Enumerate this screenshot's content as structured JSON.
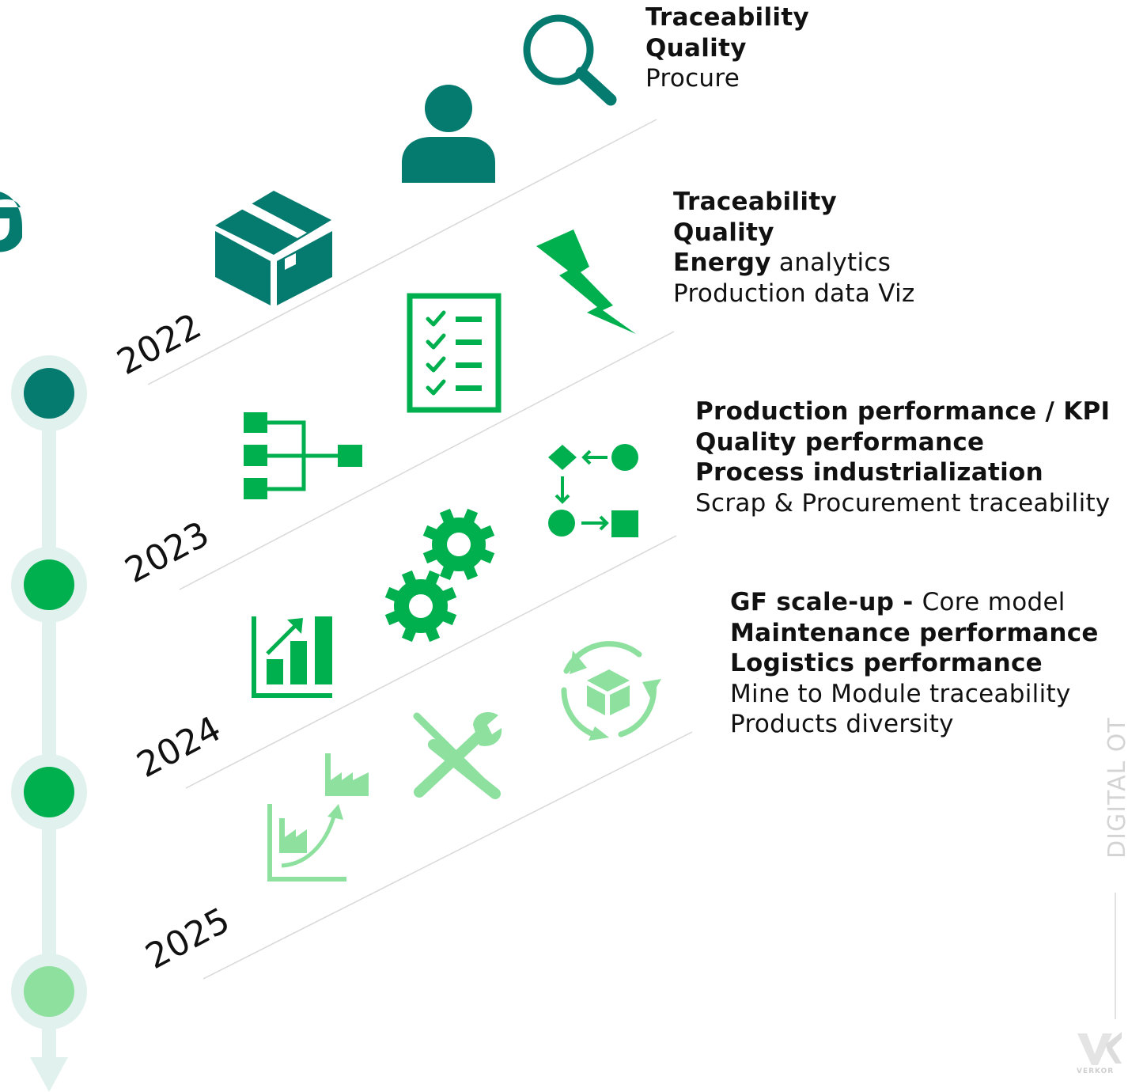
{
  "years": [
    "2022",
    "2023",
    "2024",
    "2025"
  ],
  "blocks": [
    {
      "lines": [
        {
          "bold": "Traceability",
          "normal": ""
        },
        {
          "bold": "Quality",
          "normal": ""
        },
        {
          "bold": "",
          "normal": "Procure"
        }
      ]
    },
    {
      "lines": [
        {
          "bold": "Traceability",
          "normal": ""
        },
        {
          "bold": "Quality",
          "normal": ""
        },
        {
          "bold": "Energy",
          "normal": " analytics"
        },
        {
          "bold": "",
          "normal": "Production data Viz"
        }
      ]
    },
    {
      "lines": [
        {
          "bold": "Production performance / KPI",
          "normal": ""
        },
        {
          "bold": "Quality performance",
          "normal": ""
        },
        {
          "bold": "Process industrialization",
          "normal": ""
        },
        {
          "bold": "",
          "normal": "Scrap & Procurement traceability"
        }
      ]
    },
    {
      "lines": [
        {
          "bold": "GF scale-up - ",
          "normal": "Core model"
        },
        {
          "bold": "Maintenance performance",
          "normal": ""
        },
        {
          "bold": "Logistics performance",
          "normal": ""
        },
        {
          "bold": "",
          "normal": "Mine to Module traceability"
        },
        {
          "bold": "",
          "normal": "Products diversity"
        }
      ]
    }
  ],
  "side_label": "DIGITAL OT",
  "logo_text": "VERKOR",
  "colors": {
    "teal": "#057b6f",
    "green": "#00b04f",
    "light_green": "#8de09e",
    "track": "#e1f1ed",
    "rule": "#d8d8d8"
  }
}
